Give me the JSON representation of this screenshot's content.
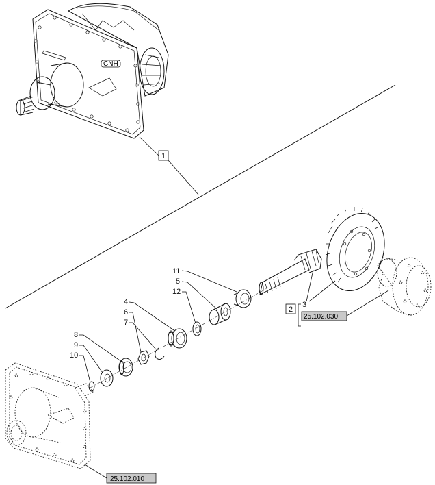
{
  "callouts": {
    "c1": "1",
    "c2": "2",
    "c3": "3",
    "c4": "4",
    "c5": "5",
    "c6": "6",
    "c7": "7",
    "c8": "8",
    "c9": "9",
    "c10": "10",
    "c11": "11",
    "c12": "12"
  },
  "references": {
    "ring_gear_group": "25.102.030",
    "housing": "25.102.010"
  },
  "labels": {
    "housing_logo": "CNH"
  }
}
